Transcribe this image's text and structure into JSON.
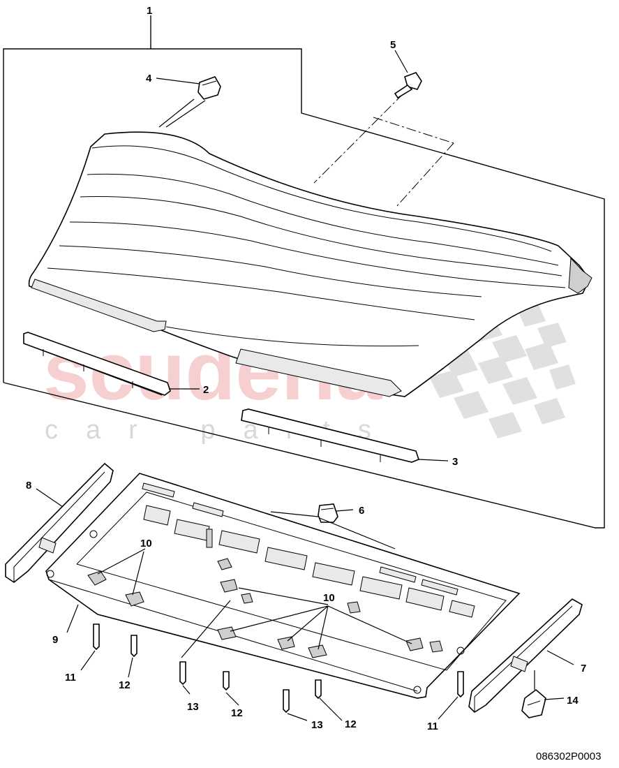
{
  "watermark": {
    "brand": "scuderia",
    "tagline": "car parts"
  },
  "document_number": "086302P0003",
  "callouts": [
    "1",
    "2",
    "3",
    "4",
    "5",
    "6",
    "7",
    "8",
    "9",
    "10",
    "10",
    "11",
    "11",
    "12",
    "12",
    "12",
    "13",
    "13",
    "14"
  ]
}
